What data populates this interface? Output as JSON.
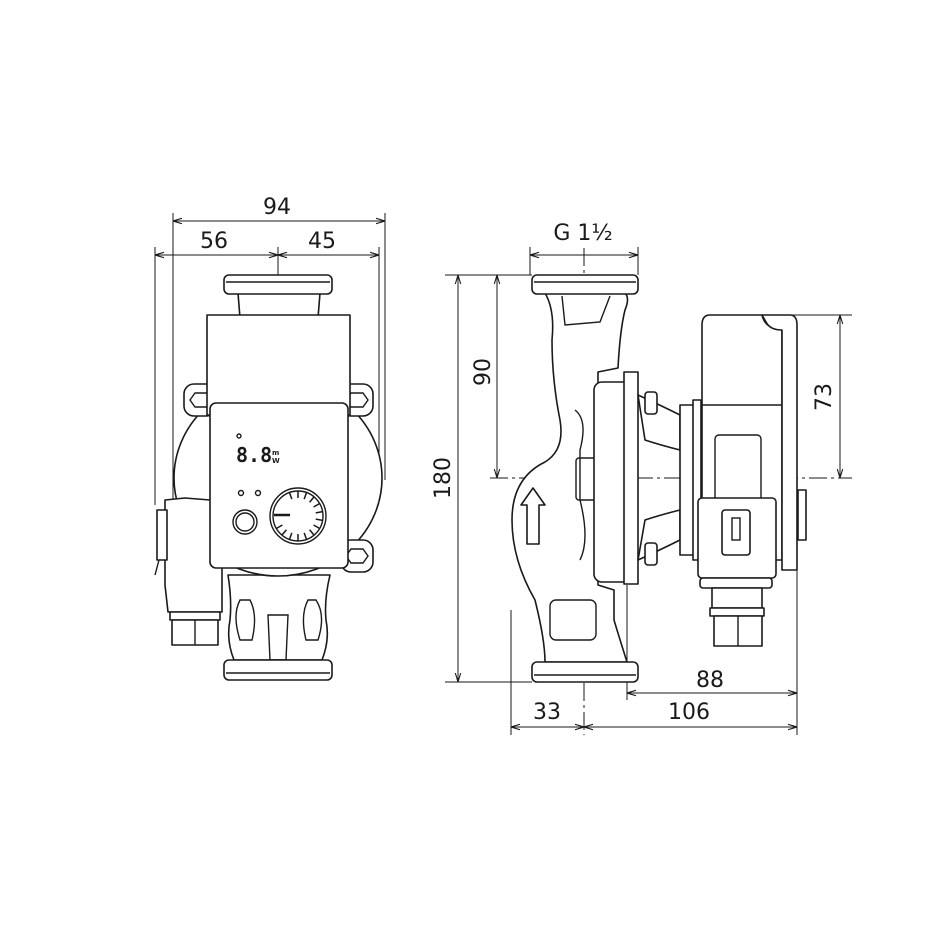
{
  "drawing": {
    "front_view": {
      "dim_total_width": "94",
      "dim_left_width": "56",
      "dim_right_width": "45",
      "display_value": "8.8",
      "display_unit_top": "m",
      "display_unit_bottom": "W"
    },
    "side_view": {
      "dim_thread": "G 1½",
      "dim_height": "180",
      "dim_half_height": "90",
      "dim_motor_height": "73",
      "dim_motor_depth": "88",
      "dim_pipe_offset": "33",
      "dim_total_depth": "106"
    }
  }
}
